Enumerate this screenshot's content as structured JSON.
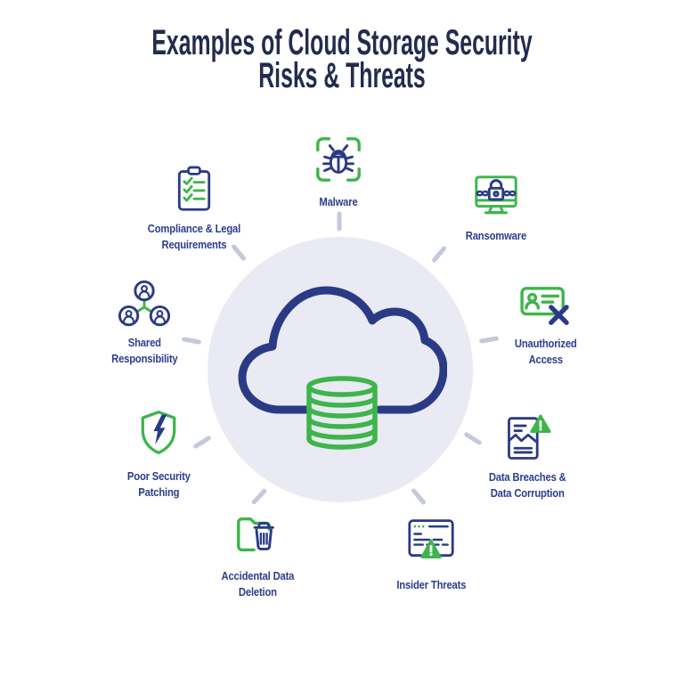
{
  "title": "Examples of Cloud Storage Security\nRisks & Threats",
  "center": {
    "icon": "cloud-database-icon"
  },
  "items": [
    {
      "id": "malware",
      "label": "Malware",
      "icon": "bug-scan-icon"
    },
    {
      "id": "ransomware",
      "label": "Ransomware",
      "icon": "monitor-lock-icon"
    },
    {
      "id": "unauthorized-access",
      "label": "Unauthorized\nAccess",
      "icon": "id-card-x-icon"
    },
    {
      "id": "data-breaches",
      "label": "Data Breaches &\nData Corruption",
      "icon": "torn-document-warning-icon"
    },
    {
      "id": "insider-threats",
      "label": "Insider Threats",
      "icon": "window-warning-icon"
    },
    {
      "id": "accidental-data-deletion",
      "label": "Accidental Data\nDeletion",
      "icon": "folder-trash-icon"
    },
    {
      "id": "poor-security-patching",
      "label": "Poor Security\nPatching",
      "icon": "shield-crack-icon"
    },
    {
      "id": "shared-responsibility",
      "label": "Shared\nResponsibility",
      "icon": "people-network-icon"
    },
    {
      "id": "compliance",
      "label": "Compliance & Legal\nRequirements",
      "icon": "clipboard-checklist-icon"
    }
  ],
  "colors": {
    "navy": "#2b3a85",
    "green": "#3db54a",
    "title_text": "#232c4e",
    "label_text": "#2c3e8d",
    "circle_fill": "#e9eaf3",
    "connector": "#c3c9dd"
  }
}
